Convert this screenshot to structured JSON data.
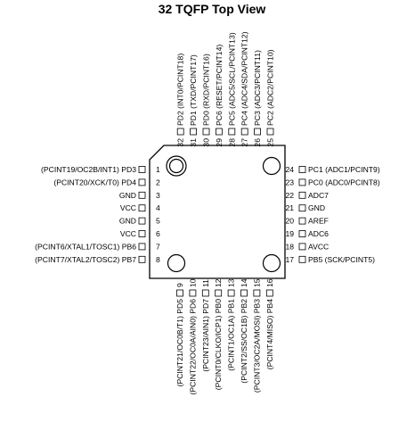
{
  "title": "32 TQFP Top View",
  "pins": {
    "left": [
      {
        "num": "1",
        "label": "(PCINT19/OC2B/INT1) PD3"
      },
      {
        "num": "2",
        "label": "(PCINT20/XCK/T0) PD4"
      },
      {
        "num": "3",
        "label": "GND"
      },
      {
        "num": "4",
        "label": "VCC"
      },
      {
        "num": "5",
        "label": "GND"
      },
      {
        "num": "6",
        "label": "VCC"
      },
      {
        "num": "7",
        "label": "(PCINT6/XTAL1/TOSC1) PB6"
      },
      {
        "num": "8",
        "label": "(PCINT7/XTAL2/TOSC2) PB7"
      }
    ],
    "bottom": [
      {
        "num": "9",
        "label": "(PCINT21/OC0B/T1) PD5"
      },
      {
        "num": "10",
        "label": "(PCINT22/OC0A/AIN0) PD6"
      },
      {
        "num": "11",
        "label": "(PCINT23/AIN1) PD7"
      },
      {
        "num": "12",
        "label": "(PCINT0/CLKO/ICP1) PB0"
      },
      {
        "num": "13",
        "label": "(PCINT1/OC1A) PB1"
      },
      {
        "num": "14",
        "label": "(PCINT2/SS/OC1B) PB2"
      },
      {
        "num": "15",
        "label": "(PCINT3/OC2A/MOSI) PB3"
      },
      {
        "num": "16",
        "label": "(PCINT4/MISO) PB4"
      }
    ],
    "right": [
      {
        "num": "17",
        "label": "PB5 (SCK/PCINT5)"
      },
      {
        "num": "18",
        "label": "AVCC"
      },
      {
        "num": "19",
        "label": "ADC6"
      },
      {
        "num": "20",
        "label": "AREF"
      },
      {
        "num": "21",
        "label": "GND"
      },
      {
        "num": "22",
        "label": "ADC7"
      },
      {
        "num": "23",
        "label": "PC0 (ADC0/PCINT8)"
      },
      {
        "num": "24",
        "label": "PC1 (ADC1/PCINT9)"
      }
    ],
    "top": [
      {
        "num": "25",
        "label": "PC2 (ADC2/PCINT10)"
      },
      {
        "num": "26",
        "label": "PC3 (ADC3/PCINT11)"
      },
      {
        "num": "27",
        "label": "PC4 (ADC4/SDA/PCINT12)"
      },
      {
        "num": "28",
        "label": "PC5 (ADC5/SCL/PCINT13)"
      },
      {
        "num": "29",
        "label": "PC6 (RESET/PCINT14)"
      },
      {
        "num": "30",
        "label": "PD0 (RXD/PCINT16)"
      },
      {
        "num": "31",
        "label": "PD1 (TXD/PCINT17)"
      },
      {
        "num": "32",
        "label": "PD2 (INT0/PCINT18)"
      }
    ]
  }
}
